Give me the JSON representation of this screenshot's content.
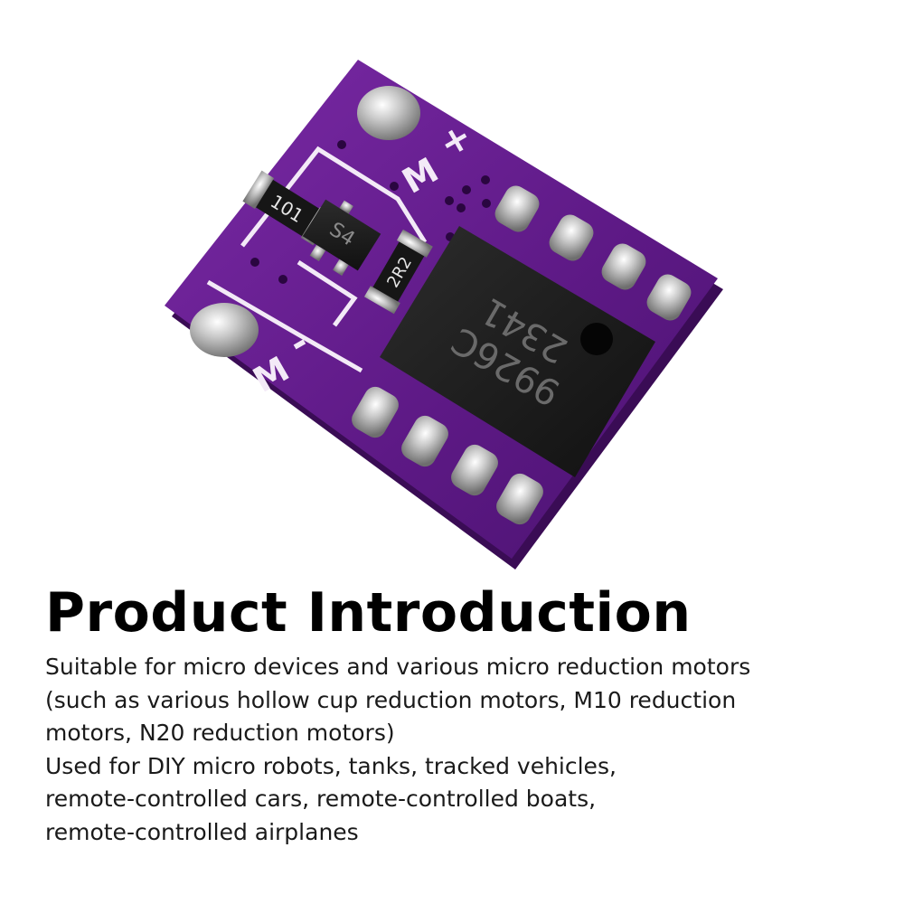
{
  "product": {
    "title": "Product Introduction",
    "description_lines": [
      "Suitable for micro devices and various micro reduction motors",
      "(such as various hollow cup reduction motors, M10 reduction",
      "motors, N20 reduction motors)",
      "Used for DIY micro robots, tanks, tracked vehicles,",
      "remote-controlled cars, remote-controlled boats,",
      "remote-controlled airplanes"
    ]
  },
  "board": {
    "pcb_color": "#6a1c93",
    "chip_marking_1": "9926C",
    "chip_marking_2": "2341",
    "resistor_1": "101",
    "diode": "S4",
    "resistor_2": "2R2",
    "label_plus": "+",
    "label_minus": "-",
    "label_m1": "M",
    "label_m2": "M"
  }
}
